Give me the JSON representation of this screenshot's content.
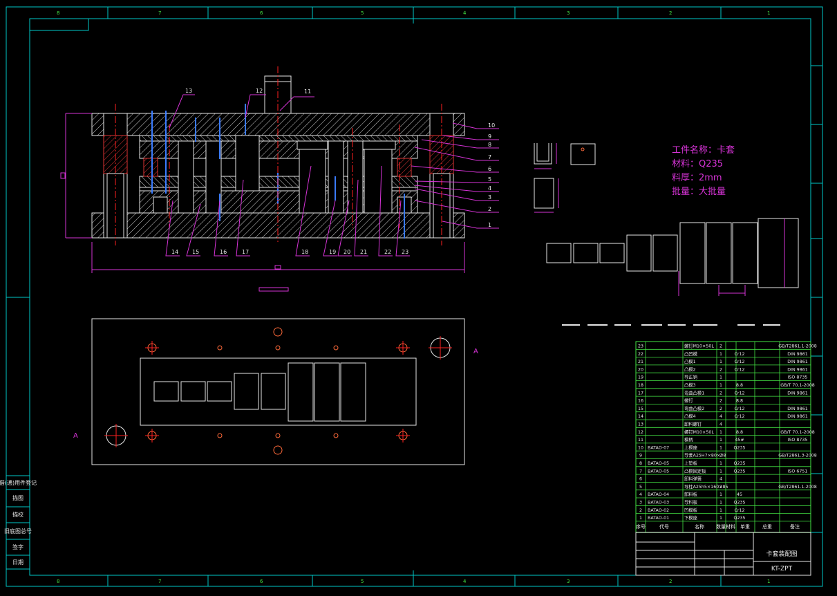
{
  "view_label": "A",
  "workpiece": {
    "name_line": "工件名称：卡套",
    "material_line": "材料：Q235",
    "thickness_line": "料厚：2mm",
    "batch_line": "批量：大批量"
  },
  "leaders_right": [
    "10",
    "9",
    "8",
    "7",
    "6",
    "5",
    "4",
    "3",
    "2",
    "1"
  ],
  "leaders_bottom": [
    "14",
    "15",
    "16",
    "17",
    "18",
    "19",
    "20",
    "21",
    "22",
    "23"
  ],
  "leaders_top": [
    "13",
    "12",
    "11"
  ],
  "bom_rows": [
    [
      "23",
      "",
      "螺钉M10×50L",
      "2",
      "",
      "",
      "GB/T2861.1-2008"
    ],
    [
      "22",
      "",
      "凸凹模",
      "1",
      "Cr12",
      "",
      "DIN 9861"
    ],
    [
      "21",
      "",
      "凸模1",
      "1",
      "Cr12",
      "",
      "DIN 9861"
    ],
    [
      "20",
      "",
      "凸模2",
      "2",
      "Cr12",
      "",
      "DIN 9861"
    ],
    [
      "19",
      "",
      "导正销",
      "1",
      "",
      "",
      "ISO 8735"
    ],
    [
      "18",
      "",
      "凸模3",
      "1",
      "8.8",
      "",
      "GB/T 70.1-2008"
    ],
    [
      "17",
      "",
      "弯曲凸模1",
      "2",
      "Cr12",
      "",
      "DIN 9861"
    ],
    [
      "16",
      "",
      "螺钉",
      "2",
      "8.8",
      "",
      ""
    ],
    [
      "15",
      "",
      "弯曲凸模2",
      "2",
      "Cr12",
      "",
      "DIN 9861"
    ],
    [
      "14",
      "",
      "凸模4",
      "4",
      "Cr12",
      "",
      "DIN 9861"
    ],
    [
      "13",
      "",
      "卸料螺钉",
      "4",
      "",
      "",
      ""
    ],
    [
      "12",
      "",
      "螺钉M10×50L",
      "1",
      "8.8",
      "",
      "GB/T 70.1-2008"
    ],
    [
      "11",
      "",
      "模柄",
      "1",
      "45#",
      "",
      "ISO 8735"
    ],
    [
      "10",
      "BATAO-07",
      "上模座",
      "1",
      "Q235",
      "",
      ""
    ],
    [
      "9",
      "",
      "导套A25H7×80×38",
      "2",
      "",
      "",
      "GB/T2861.3-2008"
    ],
    [
      "8",
      "BATAO-05",
      "上垫板",
      "1",
      "Q235",
      "",
      ""
    ],
    [
      "7",
      "BATAO-05",
      "凸模固定板",
      "1",
      "Q235",
      "",
      "ISO 6751"
    ],
    [
      "6",
      "",
      "卸料弹簧",
      "4",
      "",
      "",
      ""
    ],
    [
      "5",
      "",
      "导柱A25h5×160×85",
      "2",
      "",
      "",
      "GB/T2861.1-2008"
    ],
    [
      "4",
      "BATAO-04",
      "卸料板",
      "1",
      "45",
      "",
      ""
    ],
    [
      "3",
      "BATAO-03",
      "导料板",
      "1",
      "Q235",
      "",
      ""
    ],
    [
      "2",
      "BATAO-02",
      "凹模板",
      "1",
      "Cr12",
      "",
      ""
    ],
    [
      "1",
      "BATAO-01",
      "下模座",
      "1",
      "Q235",
      "",
      ""
    ]
  ],
  "bom_header": [
    "序号",
    "代号",
    "名称",
    "数量",
    "材料",
    "单重",
    "总重",
    "备注"
  ],
  "title_block": {
    "drawing_title": "卡套装配图",
    "drawing_number": "KT-ZPT"
  },
  "left_strip": [
    "借(通)用件登记",
    "描图",
    "描校",
    "旧底图总号",
    "签字",
    "日期"
  ],
  "border_zones": [
    "8",
    "7",
    "6",
    "5",
    "4",
    "3",
    "2",
    "1"
  ],
  "colors": {
    "border": "#00c8c8",
    "part": "#e6e6e6",
    "hatch": "#d0d0d0",
    "dimension": "#d633d6",
    "center": "#ff2020",
    "table": "#44e544",
    "table_text": "#e6e6e6",
    "title_text": "#e6e6e6"
  }
}
